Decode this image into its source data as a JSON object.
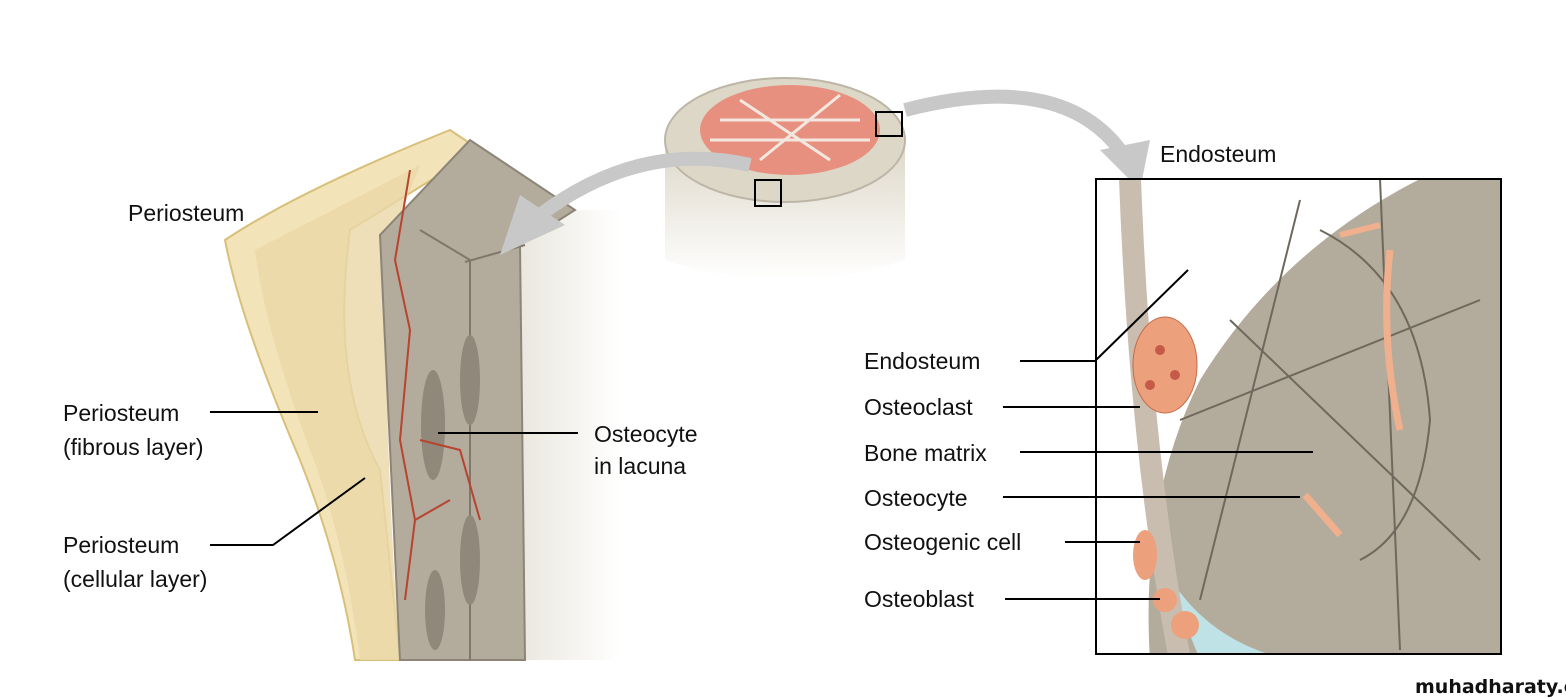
{
  "labels": {
    "periosteum": "Periosteum",
    "periosteum_fibrous_1": "Periosteum",
    "periosteum_fibrous_2": "(fibrous layer)",
    "periosteum_cellular_1": "Periosteum",
    "periosteum_cellular_2": "(cellular layer)",
    "osteocyte_lacuna_1": "Osteocyte",
    "osteocyte_lacuna_2": "in lacuna",
    "endosteum_title": "Endosteum",
    "endosteum": "Endosteum",
    "osteoclast": "Osteoclast",
    "bone_matrix": "Bone matrix",
    "osteocyte": "Osteocyte",
    "osteogenic_cell": "Osteogenic cell",
    "osteoblast": "Osteoblast"
  },
  "watermark": "muhadharaty.com",
  "colors": {
    "bone_gray": "#b3ab9c",
    "periosteum_cream": "#f3e3b8",
    "spongy_pink": "#e8907f",
    "cell_orange": "#eda07c",
    "vessel_red": "#b8432f",
    "marrow_blue": "#bfe2e6",
    "arrow_gray": "#c8c8c8"
  }
}
